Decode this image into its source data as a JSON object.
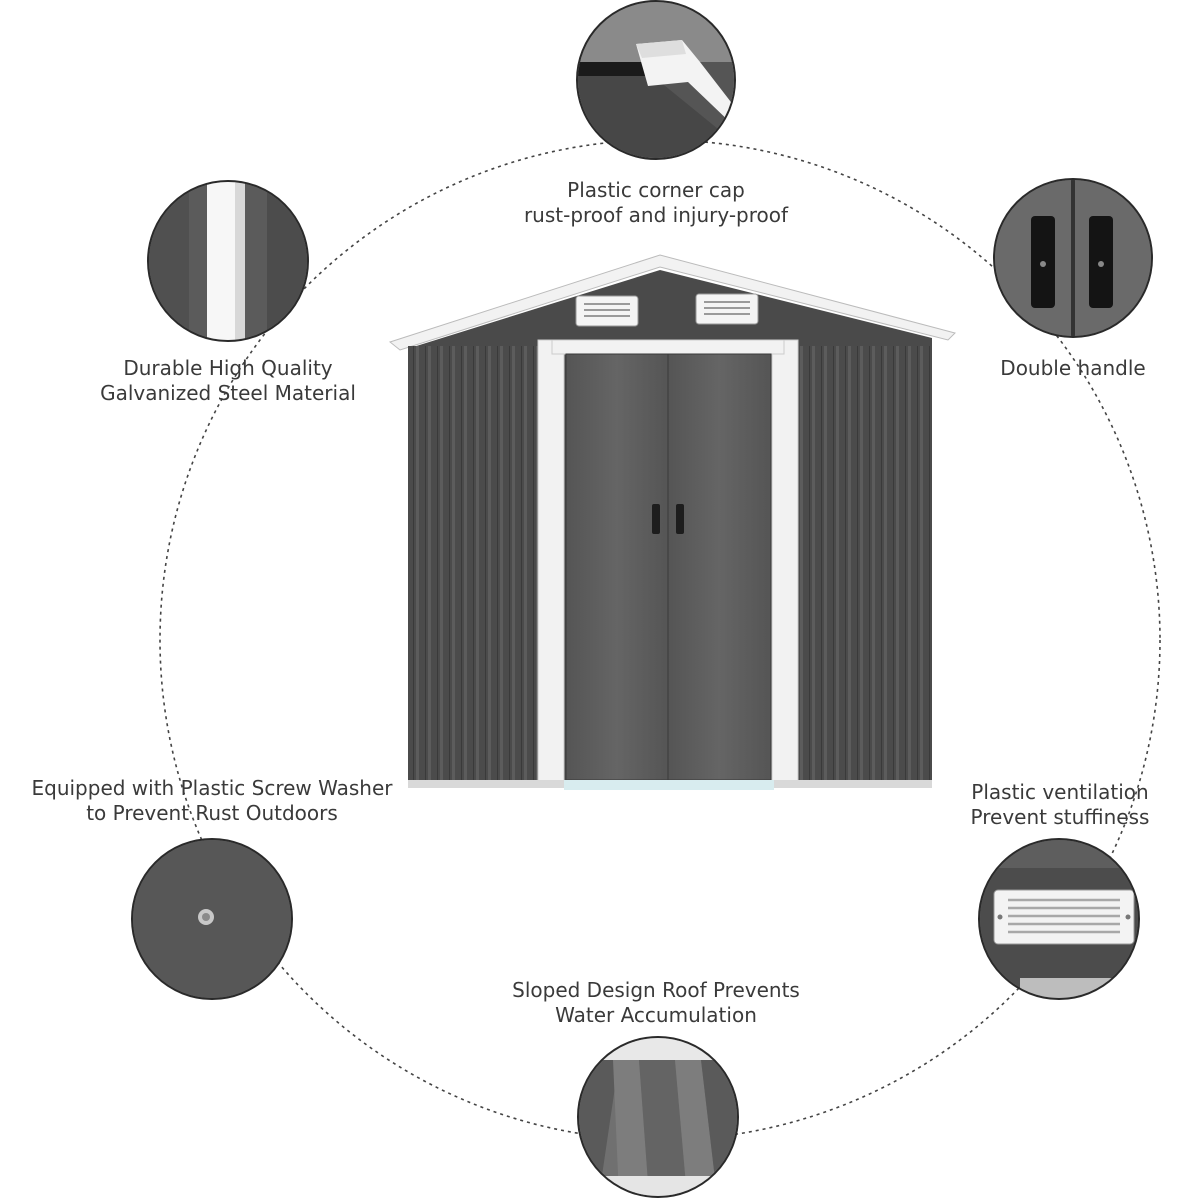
{
  "features": {
    "corner_cap": {
      "line1": "Plastic corner cap",
      "line2": "rust-proof and injury-proof"
    },
    "steel": {
      "line1": "Durable High Quality",
      "line2": "Galvanized Steel Material"
    },
    "handle": {
      "line1": "Double handle"
    },
    "washer": {
      "line1": "Equipped with Plastic Screw Washer",
      "line2": "to Prevent Rust Outdoors"
    },
    "ventilation": {
      "line1": "Plastic ventilation",
      "line2": "Prevent stuffiness"
    },
    "roof": {
      "line1": "Sloped Design Roof Prevents",
      "line2": "Water Accumulation"
    }
  },
  "colors": {
    "shed_body": "#4a4a4a",
    "door": "#5a5a5a",
    "trim": "#f2f2f2",
    "ring": "#444444"
  }
}
